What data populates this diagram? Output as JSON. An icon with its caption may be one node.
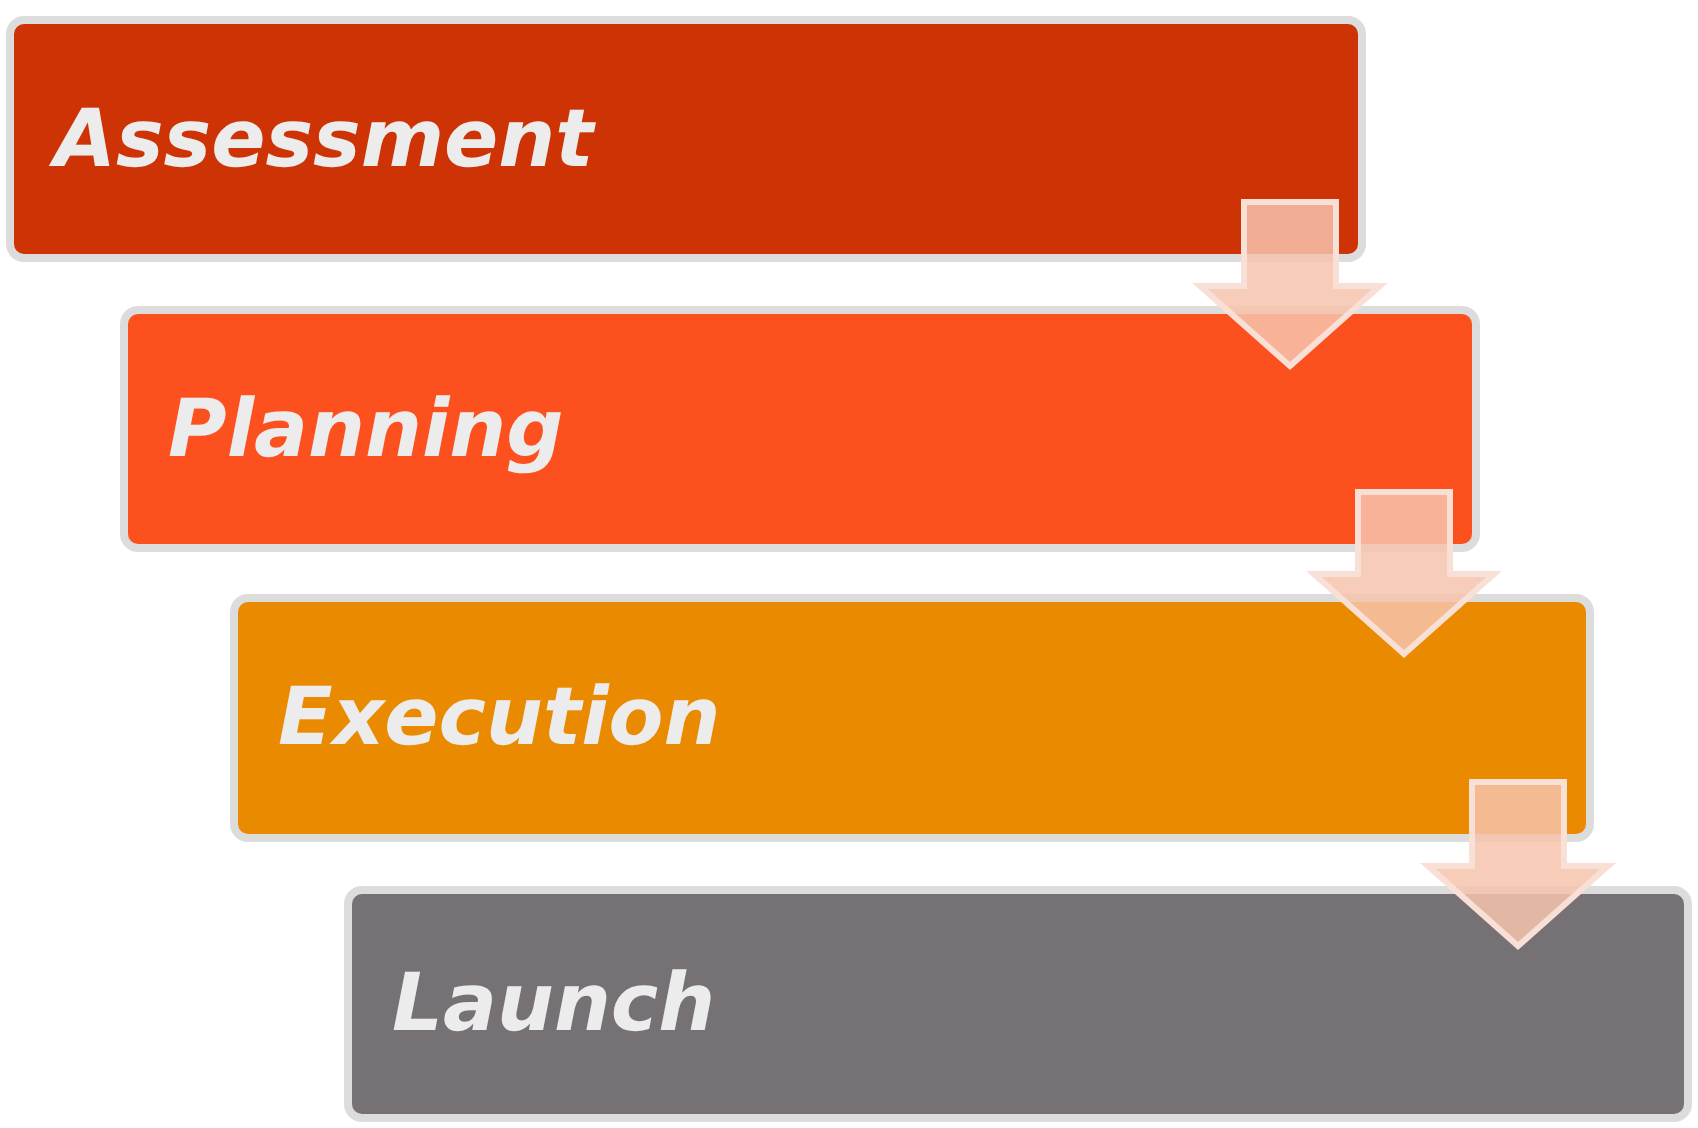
{
  "diagram": {
    "nodes": [
      {
        "text": [
          "Assessment"
        ]
      },
      {
        "text": [
          "Planning"
        ]
      },
      {
        "text": [
          "Execution"
        ]
      },
      {
        "text": [
          "Launch"
        ]
      }
    ],
    "edges": [
      {
        "from": 0,
        "to": 1,
        "arrow": "to"
      },
      {
        "from": 1,
        "to": 2,
        "arrow": "to"
      },
      {
        "from": 2,
        "to": 3,
        "arrow": "to"
      }
    ]
  }
}
